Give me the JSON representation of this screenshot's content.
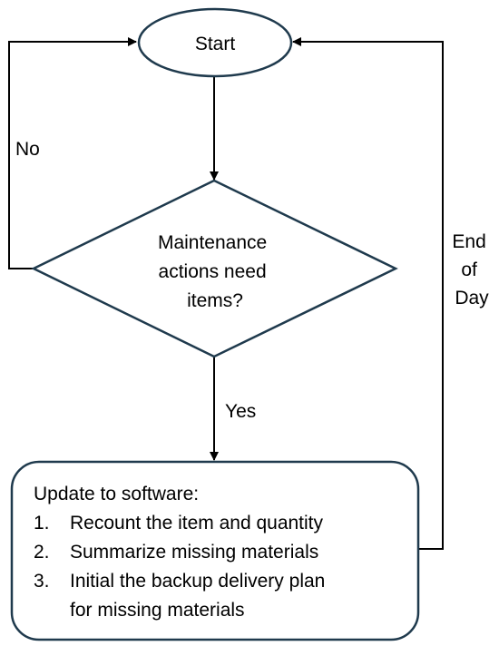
{
  "diagram": {
    "type": "flowchart",
    "nodes": {
      "start": {
        "shape": "ellipse",
        "text": "Start"
      },
      "decision": {
        "shape": "diamond",
        "lines": [
          "Maintenance",
          "actions need",
          "items?"
        ]
      },
      "process": {
        "shape": "rounded-rectangle",
        "heading": "Update to software:",
        "items": [
          {
            "num": "1.",
            "lines": [
              "Recount the item and quantity"
            ]
          },
          {
            "num": "2.",
            "lines": [
              "Summarize missing materials"
            ]
          },
          {
            "num": "3.",
            "lines": [
              "Initial the backup delivery plan",
              "for missing materials"
            ]
          }
        ]
      }
    },
    "edges": [
      {
        "from": "start",
        "to": "decision",
        "label": ""
      },
      {
        "from": "decision",
        "to": "process",
        "label": "Yes"
      },
      {
        "from": "decision",
        "to": "start",
        "label": "No"
      },
      {
        "from": "process",
        "to": "start",
        "label_lines": [
          "End",
          "of",
          "Day"
        ]
      }
    ],
    "colors": {
      "shape_stroke": "#1f3a4d",
      "edge": "#000000",
      "fill": "#ffffff"
    }
  }
}
